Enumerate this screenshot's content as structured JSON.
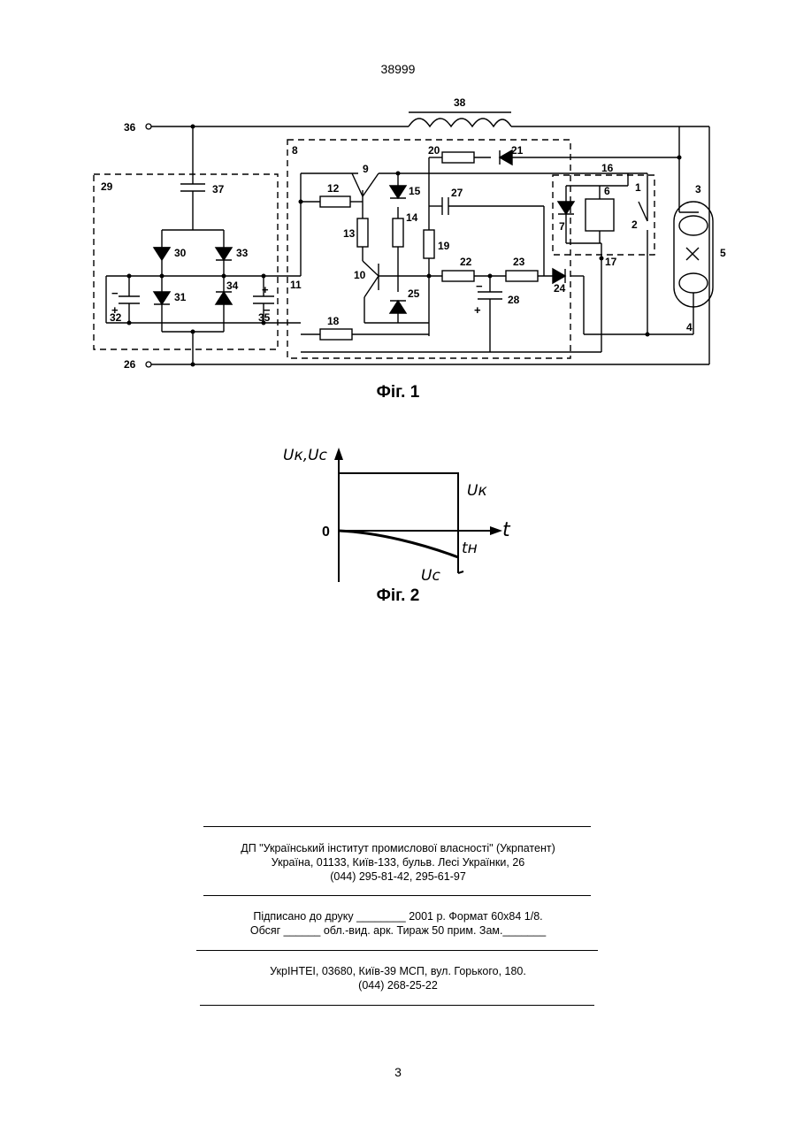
{
  "header": {
    "page_number": "38999"
  },
  "figure1": {
    "caption": "Фіг. 1",
    "terminals": {
      "top": "36",
      "bottom": "26"
    },
    "inductor": "38",
    "blocks": {
      "rectifier": "29",
      "control": "8"
    },
    "labels": {
      "c37": "37",
      "d30": "30",
      "d33": "33",
      "d31": "31",
      "d34": "34",
      "c32": "32",
      "c35": "35",
      "n11": "11",
      "t9": "9",
      "r12": "12",
      "r13": "13",
      "d15": "15",
      "r14": "14",
      "c27": "27",
      "r19": "19",
      "t10": "10",
      "d25": "25",
      "r22": "22",
      "r23": "23",
      "c28": "28",
      "d24": "24",
      "r18": "18",
      "r20": "20",
      "d21": "21",
      "n16": "16",
      "k6": "6",
      "d7": "7",
      "s1": "1",
      "s2": "2",
      "n17": "17",
      "lamp3": "3",
      "lamp4": "4",
      "lamp5": "5"
    },
    "polarity": {
      "c32_minus": "−",
      "c32_plus": "+",
      "c35_plus": "+",
      "c35_minus": "−",
      "c28_minus": "−",
      "c28_plus": "+"
    }
  },
  "figure2": {
    "caption": "Фіг. 2",
    "y_axis_label": "Uк,Uc",
    "x_axis_label": "t",
    "origin_label": "0",
    "uk_label": "Uк",
    "uc_label": "Uc",
    "tn_label": "tн"
  },
  "imprint": {
    "block1": [
      "ДП \"Український інститут промислової власності\" (Укрпатент)",
      "Україна, 01133, Київ-133, бульв. Лесі Українки, 26",
      "(044) 295-81-42, 295-61-97"
    ],
    "block2": [
      "Підписано до друку ________ 2001 р.    Формат 60х84 1/8.",
      "Обсяг ______ обл.-вид. арк.   Тираж 50 прим.    Зам._______"
    ],
    "block3": [
      "УкрІНТЕІ, 03680, Київ-39 МСП, вул. Горького, 180.",
      "(044) 268-25-22"
    ]
  },
  "footer": {
    "page_number": "3"
  }
}
